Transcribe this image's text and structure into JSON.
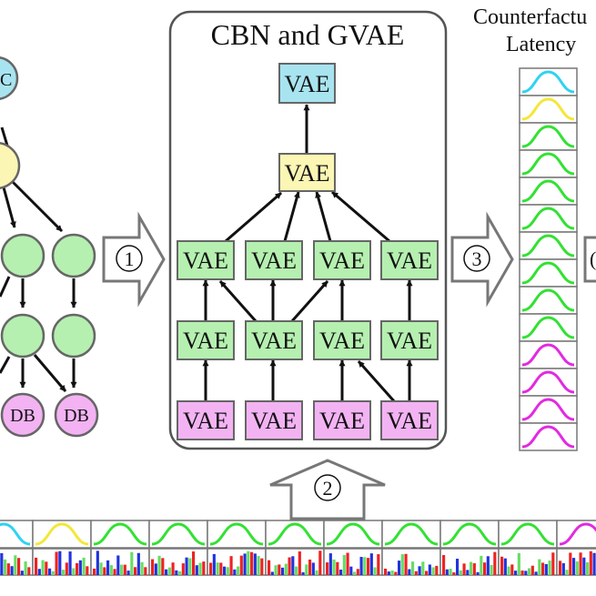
{
  "colors": {
    "blue": "#a8e4f0",
    "yellow": "#fbf6b4",
    "green": "#b5f0b0",
    "magenta": "#f3b3f3",
    "stroke": "#666666",
    "curve_cyan": "#2fd3f2",
    "curve_yellow": "#f3e73a",
    "curve_green": "#33e133",
    "curve_magenta": "#e22ae2",
    "bar_red": "#ee2222",
    "bar_blue": "#2233dd",
    "bar_green": "#66dd66"
  },
  "labels": {
    "panel_title": "CBN and GVAE",
    "latency_line1": "Counterfactu",
    "latency_line2": "Latency",
    "vae": "VAE",
    "db": "DB",
    "partial_c": "C",
    "step1": "1",
    "step2": "2",
    "step3": "3",
    "partial_right": "("
  },
  "latency_strip_colors": [
    "cyan",
    "yellow",
    "green",
    "green",
    "green",
    "green",
    "green",
    "green",
    "green",
    "green",
    "magenta",
    "magenta",
    "magenta",
    "magenta"
  ],
  "bottom_strip_colors": [
    "cyan",
    "yellow",
    "green",
    "green",
    "green",
    "green",
    "green",
    "green",
    "green",
    "green",
    "magenta"
  ]
}
